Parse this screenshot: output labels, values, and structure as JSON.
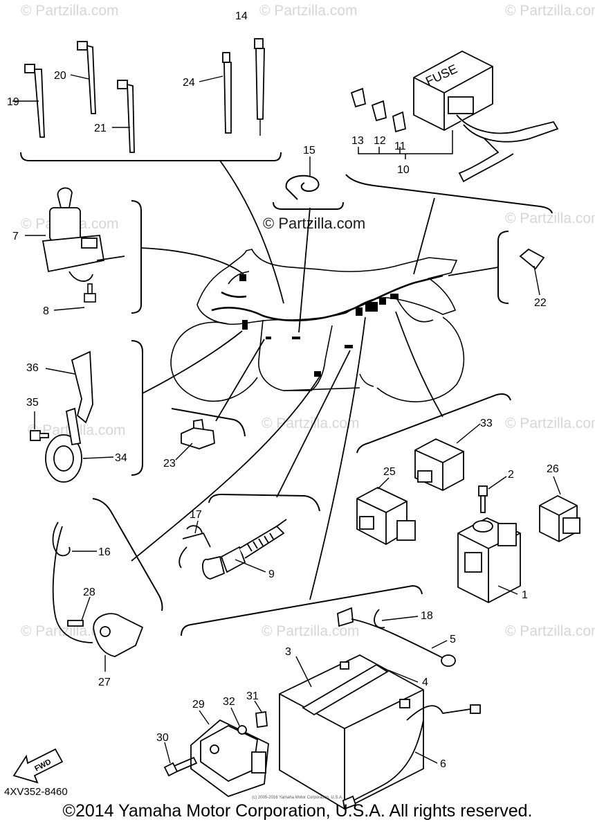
{
  "watermark": "© Partzilla.com",
  "center_watermark": "© Partzilla.com",
  "part_code": "4XV352-8460",
  "fwd_label": "FWD",
  "copyright": "©2014 Yamaha Motor Corporation, U.S.A. All rights reserved.",
  "small_copyright": "(c) 2005-2016 Yamaha Motor Corporation, U.S.A.",
  "callouts": [
    "1",
    "2",
    "3",
    "4",
    "5",
    "6",
    "7",
    "8",
    "9",
    "10",
    "11",
    "12",
    "13",
    "14",
    "15",
    "16",
    "17",
    "18",
    "19",
    "20",
    "21",
    "22",
    "23",
    "24",
    "25",
    "26",
    "27",
    "28",
    "29",
    "30",
    "31",
    "32",
    "33",
    "34",
    "35",
    "36"
  ]
}
